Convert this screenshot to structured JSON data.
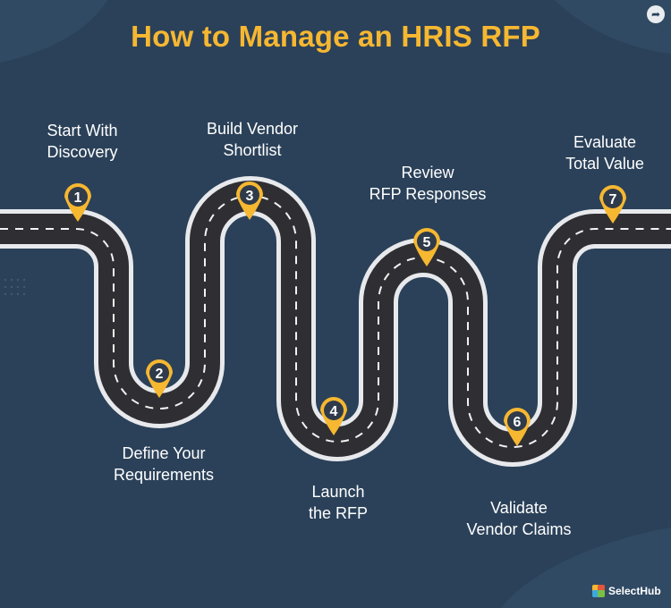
{
  "title": "How to Manage an HRIS RFP",
  "steps": [
    {
      "num": "1",
      "line1": "Start With",
      "line2": "Discovery"
    },
    {
      "num": "2",
      "line1": "Define Your",
      "line2": "Requirements"
    },
    {
      "num": "3",
      "line1": "Build Vendor",
      "line2": "Shortlist"
    },
    {
      "num": "4",
      "line1": "Launch",
      "line2": "the RFP"
    },
    {
      "num": "5",
      "line1": "Review",
      "line2": "RFP Responses"
    },
    {
      "num": "6",
      "line1": "Validate",
      "line2": "Vendor Claims"
    },
    {
      "num": "7",
      "line1": "Evaluate",
      "line2": "Total Value"
    }
  ],
  "brand": {
    "name": "SelectHub"
  },
  "colors": {
    "background": "#2b4159",
    "title": "#f6b731",
    "road": "#2f2f33",
    "pin": "#f6b731",
    "pin_fill": "#2f3b4a"
  }
}
